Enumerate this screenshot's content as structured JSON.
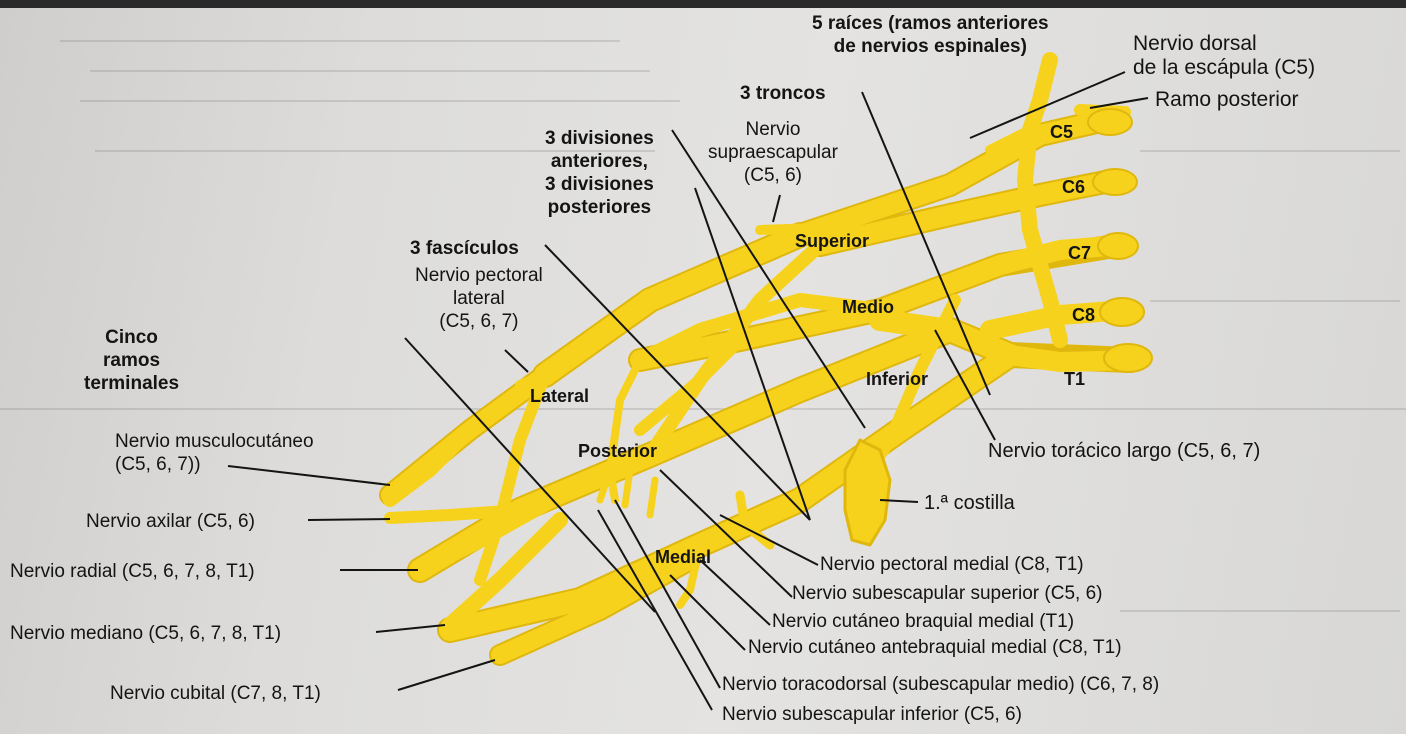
{
  "colors": {
    "nerve": "#f7d21c",
    "nerve_edge": "#e0b70d",
    "ink": "#141414",
    "paper": "#dddcda"
  },
  "labels": {
    "roots_header_1": "5 raíces (ramos anteriores",
    "roots_header_2": "de nervios espinales)",
    "dorsal_scapular_1": "Nervio dorsal",
    "dorsal_scapular_2": "de la escápula (C5)",
    "posterior_ramus": "Ramo posterior",
    "trunks_header": "3 troncos",
    "divisions_1": "3 divisiones",
    "divisions_2": "anteriores,",
    "divisions_3": "3 divisiones",
    "divisions_4": "posteriores",
    "suprascapular_1": "Nervio",
    "suprascapular_2": "supraescapular",
    "suprascapular_3": "(C5, 6)",
    "cords_header": "3 fascículos",
    "lateral_pectoral_1": "Nervio pectoral",
    "lateral_pectoral_2": "lateral",
    "lateral_pectoral_3": "(C5, 6, 7)",
    "terminal_1": "Cinco",
    "terminal_2": "ramos",
    "terminal_3": "terminales",
    "musculocutaneous_1": "Nervio musculocutáneo",
    "musculocutaneous_2": "(C5, 6, 7))",
    "axillary": "Nervio axilar (C5, 6)",
    "radial": "Nervio radial (C5, 6, 7, 8, T1)",
    "median": "Nervio mediano (C5, 6, 7, 8, T1)",
    "ulnar": "Nervio cubital (C7, 8, T1)",
    "long_thoracic": "Nervio torácico largo (C5, 6, 7)",
    "first_rib": "1.ª costilla",
    "medial_pectoral": "Nervio pectoral medial (C8, T1)",
    "upper_subscapular": "Nervio subescapular superior (C5, 6)",
    "medial_brachial_cutaneous": "Nervio cutáneo braquial medial (T1)",
    "medial_antebrachial_cutaneous": "Nervio cutáneo antebraquial medial (C8, T1)",
    "thoracodorsal": "Nervio toracodorsal (subescapular medio) (C6, 7, 8)",
    "lower_subscapular": "Nervio subescapular inferior (C5, 6)"
  },
  "diagram_labels": {
    "root_c5": "C5",
    "root_c6": "C6",
    "root_c7": "C7",
    "root_c8": "C8",
    "root_t1": "T1",
    "trunk_superior": "Superior",
    "trunk_middle": "Medio",
    "trunk_inferior": "Inferior",
    "cord_lateral": "Lateral",
    "cord_posterior": "Posterior",
    "cord_medial": "Medial"
  }
}
